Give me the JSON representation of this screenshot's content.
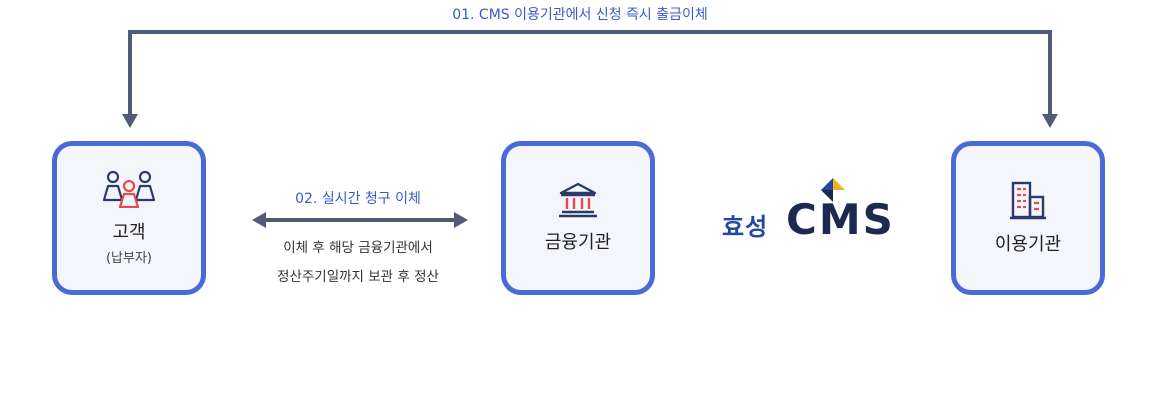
{
  "top_flow": {
    "label": "01. CMS 이용기관에서 신청 즉시 출금이체"
  },
  "nodes": {
    "customer": {
      "label": "고객",
      "sub": "(납부자)",
      "icon": "people-icon"
    },
    "bank": {
      "label": "금융기관",
      "icon": "bank-building-icon"
    },
    "institution": {
      "label": "이용기관",
      "icon": "office-building-icon"
    }
  },
  "middle_flow": {
    "label": "02. 실시간 청구 이체",
    "desc_line1": "이체 후 해당 금융기관에서",
    "desc_line2": "정산주기일까지 보관 후 정산"
  },
  "logo": {
    "korean": "효성",
    "brand": "CMS"
  },
  "colors": {
    "accent": "#4a6ad8",
    "arrow": "#515b7a",
    "label_blue": "#3a5bc7",
    "highlight": "#e8484f"
  }
}
